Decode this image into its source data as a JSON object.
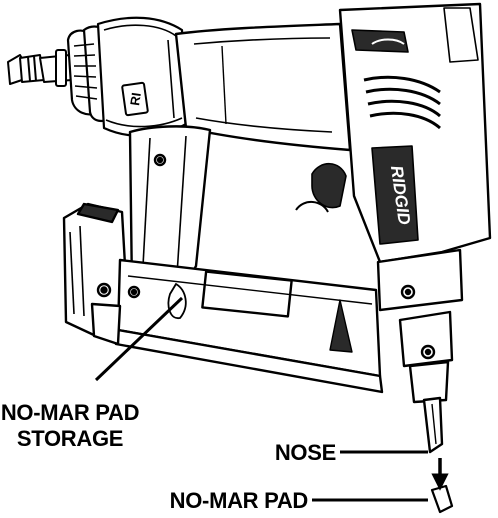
{
  "brand": "RIDGID",
  "ri_badge": "RI",
  "callouts": {
    "storage_line1": "NO-MAR PAD",
    "storage_line2": "STORAGE",
    "nose": "NOSE",
    "no_mar_pad": "NO-MAR PAD"
  },
  "colors": {
    "ink": "#000000",
    "paper": "#ffffff",
    "shade": "#2a2a2a"
  }
}
